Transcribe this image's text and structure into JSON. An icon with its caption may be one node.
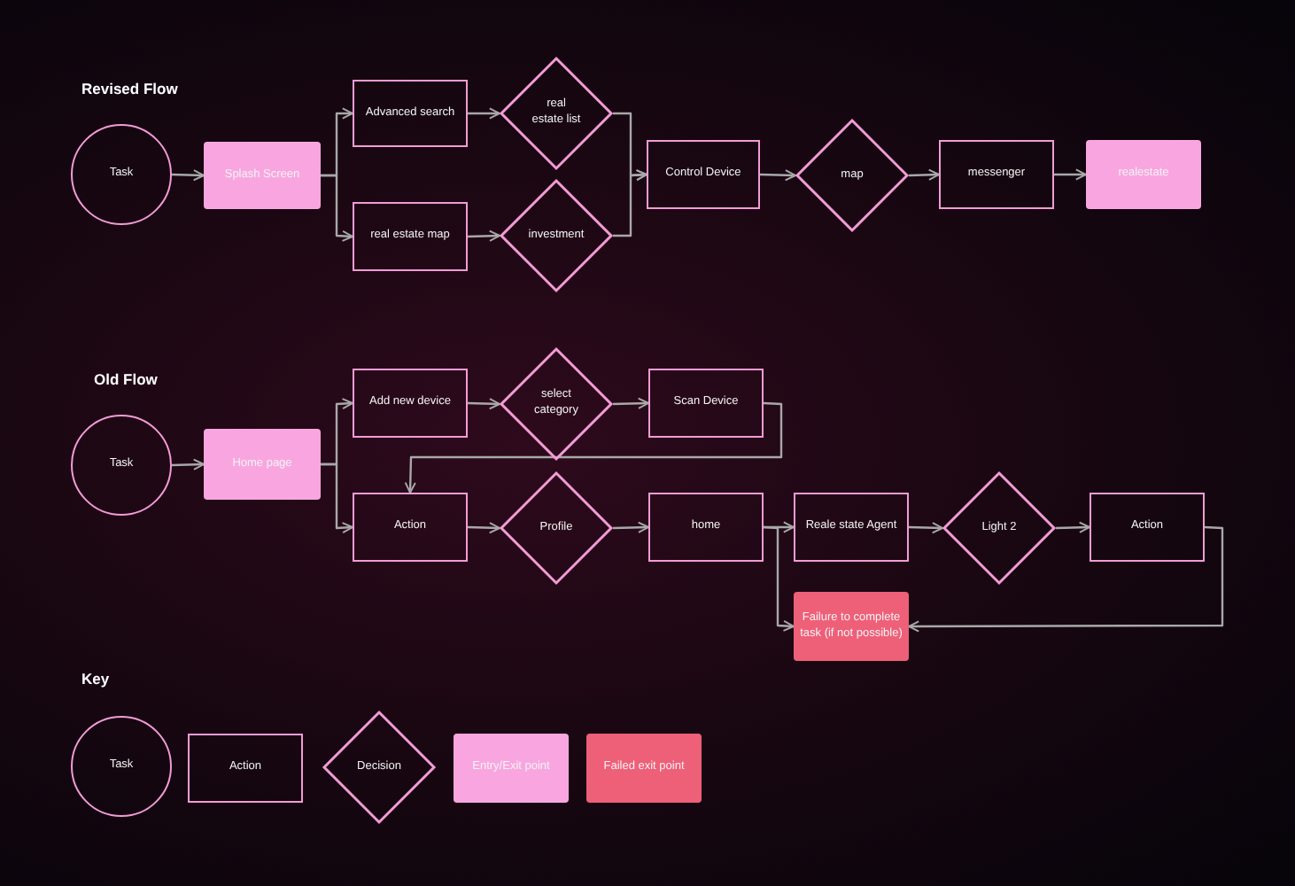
{
  "diagram": {
    "nodes": [
      {
        "text": [
          "Task"
        ]
      },
      {
        "text": [
          "Splash Screen"
        ]
      },
      {
        "text": [
          "Advanced search"
        ]
      },
      {
        "text": [
          "real estate list"
        ]
      },
      {
        "text": [
          "real estate map"
        ]
      },
      {
        "text": [
          "investment"
        ]
      },
      {
        "text": [
          "Control Device"
        ]
      },
      {
        "text": [
          "map"
        ]
      },
      {
        "text": [
          "messenger"
        ]
      },
      {
        "text": [
          "realestate"
        ]
      },
      {
        "text": [
          "Task"
        ]
      },
      {
        "text": [
          "Home page"
        ]
      },
      {
        "text": [
          "Add new device"
        ]
      },
      {
        "text": [
          "select category"
        ]
      },
      {
        "text": [
          "Scan Device"
        ]
      },
      {
        "text": [
          "Action"
        ]
      },
      {
        "text": [
          "Profile"
        ]
      },
      {
        "text": [
          "home"
        ]
      },
      {
        "text": [
          "Reale state Agent"
        ]
      },
      {
        "text": [
          "Light 2"
        ]
      },
      {
        "text": [
          "Action"
        ]
      },
      {
        "text": [
          "Failure to complete task (if not possible)"
        ]
      },
      {
        "text": [
          "Task"
        ]
      },
      {
        "text": [
          "Action"
        ]
      },
      {
        "text": [
          "Decision"
        ]
      },
      {
        "text": [
          "Entry/Exit point"
        ]
      },
      {
        "text": [
          "Failed exit point"
        ]
      }
    ],
    "edges": [
      {
        "from": 0,
        "to": 1,
        "arrow": "to"
      },
      {
        "from": 1,
        "to": 2,
        "arrow": "to"
      },
      {
        "from": 1,
        "to": 4,
        "arrow": "to"
      },
      {
        "from": 2,
        "to": 3,
        "arrow": "to"
      },
      {
        "from": 4,
        "to": 5,
        "arrow": "to"
      },
      {
        "from": 3,
        "to": 6,
        "arrow": "to"
      },
      {
        "from": 5,
        "to": 6,
        "arrow": "to"
      },
      {
        "from": 6,
        "to": 7,
        "arrow": "to"
      },
      {
        "from": 7,
        "to": 8,
        "arrow": "to"
      },
      {
        "from": 8,
        "to": 9,
        "arrow": "to"
      },
      {
        "from": 10,
        "to": 11,
        "arrow": "to"
      },
      {
        "from": 11,
        "to": 12,
        "arrow": "to"
      },
      {
        "from": 11,
        "to": 15,
        "arrow": "to"
      },
      {
        "from": 12,
        "to": 13,
        "arrow": "to"
      },
      {
        "from": 13,
        "to": 14,
        "arrow": "to"
      },
      {
        "from": 14,
        "to": 15,
        "arrow": "to"
      },
      {
        "from": 15,
        "to": 16,
        "arrow": "to"
      },
      {
        "from": 16,
        "to": 17,
        "arrow": "to"
      },
      {
        "from": 17,
        "to": 18,
        "arrow": "to"
      },
      {
        "from": 17,
        "to": 21,
        "arrow": "to"
      },
      {
        "from": 18,
        "to": 19,
        "arrow": "to"
      },
      {
        "from": 19,
        "to": 20,
        "arrow": "to"
      },
      {
        "from": 20,
        "to": 21,
        "arrow": "to"
      }
    ],
    "labels": [
      "Revised Flow",
      "Old Flow",
      "Key"
    ]
  }
}
